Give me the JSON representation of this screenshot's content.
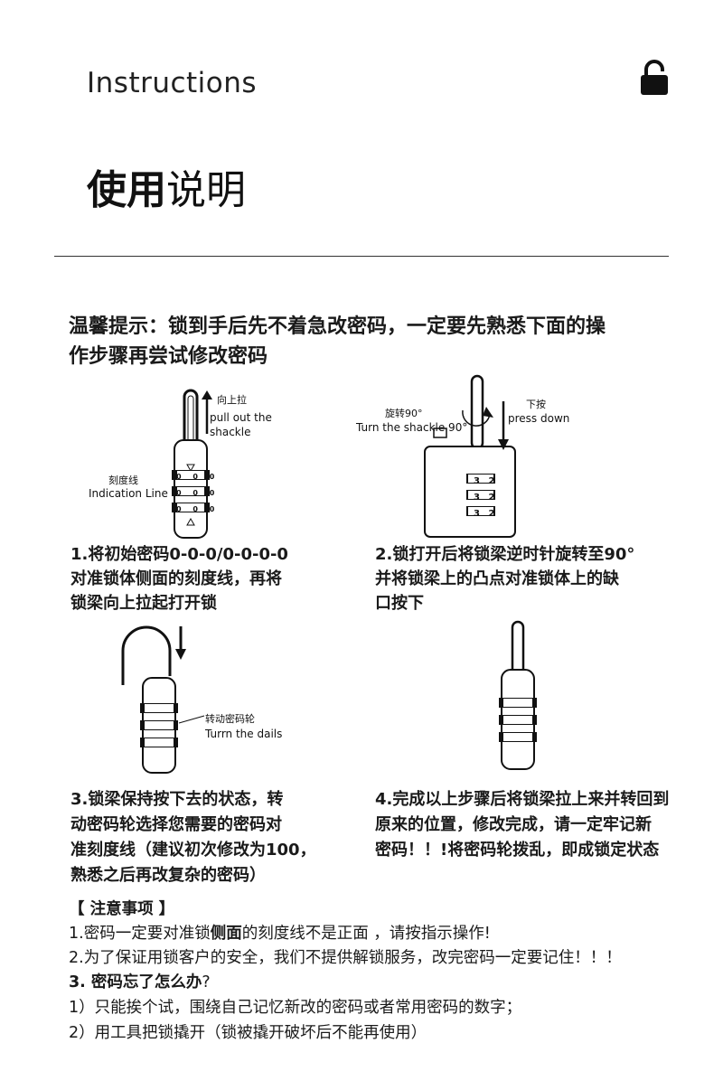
{
  "header": {
    "title": "Instructions",
    "icon": "lock-icon"
  },
  "cn_title": {
    "bold": "使用",
    "rest": "说明"
  },
  "tip": {
    "line1": "温馨提示：锁到手后先不着急改密码，一定要先熟悉下面的操",
    "line2": "作步骤再尝试修改密码"
  },
  "diagrams": {
    "d1": {
      "pull_cn": "向上拉",
      "pull_en1": "pull out the",
      "pull_en2": "shackle",
      "ind_cn": "刻度线",
      "ind_en": "Indication Line",
      "digits": [
        "0",
        "0",
        "0"
      ]
    },
    "d2": {
      "rotate_cn": "旋转90°",
      "rotate_en": "Turn the shackle 90°",
      "press_cn": "下按",
      "press_en": "press down",
      "digits": [
        "3",
        "2"
      ]
    },
    "d3": {
      "dial_cn": "转动密码轮",
      "dial_en": "Turrn the dails"
    }
  },
  "steps": {
    "s1": [
      "1.将初始密码0-0-0/0-0-0-0",
      "对准锁体侧面的刻度线，再将",
      "锁梁向上拉起打开锁"
    ],
    "s2": [
      "2.锁打开后将锁梁逆时针旋转至90°",
      "并将锁梁上的凸点对准锁体上的缺",
      "口按下"
    ],
    "s3": [
      "3.锁梁保持按下去的状态，转",
      "动密码轮选择您需要的密码对",
      "准刻度线（建议初次修改为100，",
      "熟悉之后再改复杂的密码）"
    ],
    "s4": [
      "4.完成以上步骤后将锁梁拉上来并转回到",
      "原来的位置，修改完成，请一定牢记新",
      "密码！！!将密码轮拨乱，即成锁定状态"
    ]
  },
  "notes": {
    "heading": "【 注意事项 】",
    "n1_a": "1.密码一定要对准锁",
    "n1_b": "侧面",
    "n1_c": "的刻度线不是正面 ，请按指示操作!",
    "n2": "2.为了保证用锁客户的安全，我们不提供解锁服务，改完密码一定要记住！！！",
    "n3_a": "3. 密码忘了怎么办",
    "n3_b": "?",
    "n4": "1）只能挨个试，围绕自己记忆新改的密码或者常用密码的数字；",
    "n5": "2）用工具把锁撬开（锁被撬开破坏后不能再使用）"
  }
}
